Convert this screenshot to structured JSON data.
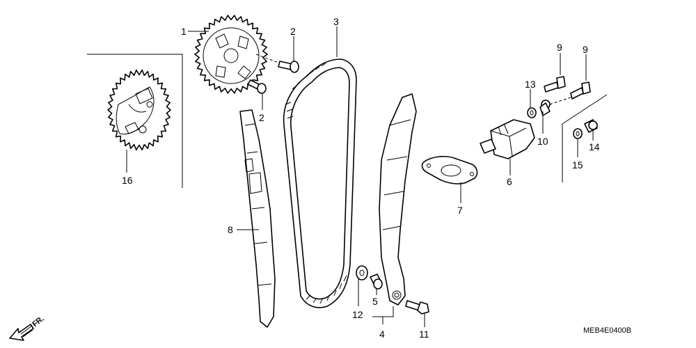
{
  "diagram": {
    "callouts": [
      {
        "id": "c1",
        "text": "1"
      },
      {
        "id": "c2a",
        "text": "2"
      },
      {
        "id": "c2b",
        "text": "2"
      },
      {
        "id": "c3",
        "text": "3"
      },
      {
        "id": "c4",
        "text": "4"
      },
      {
        "id": "c5",
        "text": "5"
      },
      {
        "id": "c6",
        "text": "6"
      },
      {
        "id": "c7",
        "text": "7"
      },
      {
        "id": "c8",
        "text": "8"
      },
      {
        "id": "c9a",
        "text": "9"
      },
      {
        "id": "c9b",
        "text": "9"
      },
      {
        "id": "c10",
        "text": "10"
      },
      {
        "id": "c11",
        "text": "11"
      },
      {
        "id": "c12",
        "text": "12"
      },
      {
        "id": "c13",
        "text": "13"
      },
      {
        "id": "c14",
        "text": "14"
      },
      {
        "id": "c15",
        "text": "15"
      },
      {
        "id": "c16",
        "text": "16"
      }
    ],
    "direction_label": "FR.",
    "diagram_code": "MEB4E0400B"
  }
}
